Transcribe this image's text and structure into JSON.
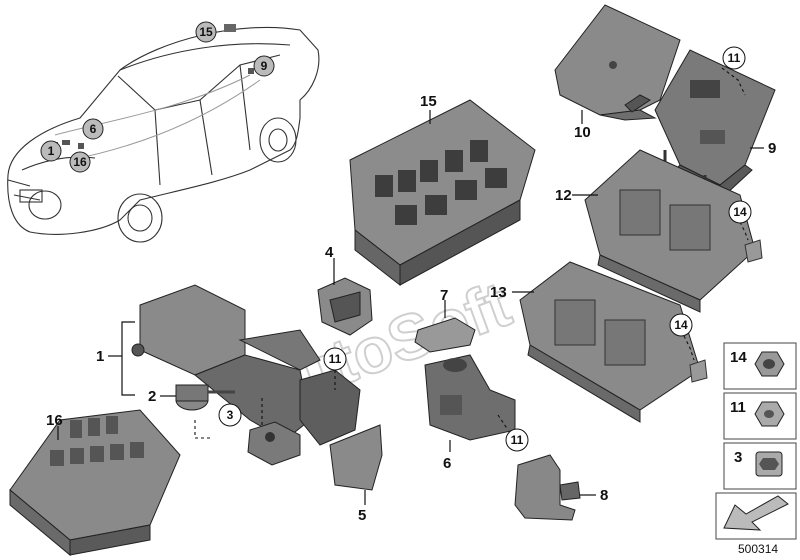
{
  "diagram_id": "500314",
  "watermark": "AutoSoft",
  "callouts": {
    "p1": "1",
    "p2": "2",
    "p3": "3",
    "p4": "4",
    "p5": "5",
    "p6": "6",
    "p7": "7",
    "p8": "8",
    "p9": "9",
    "p10": "10",
    "p11": "11",
    "p12": "12",
    "p13": "13",
    "p14": "14",
    "p15": "15",
    "p16": "16"
  },
  "legend": {
    "items": [
      {
        "num": "14",
        "icon": "flange-nut-icon"
      },
      {
        "num": "11",
        "icon": "hex-nut-icon"
      },
      {
        "num": "3",
        "icon": "threaded-insert-icon"
      }
    ]
  },
  "colors": {
    "part": "#7d7d7d",
    "part_dark": "#4a4a4a",
    "part_light": "#a9a9a9",
    "line": "#111111"
  }
}
